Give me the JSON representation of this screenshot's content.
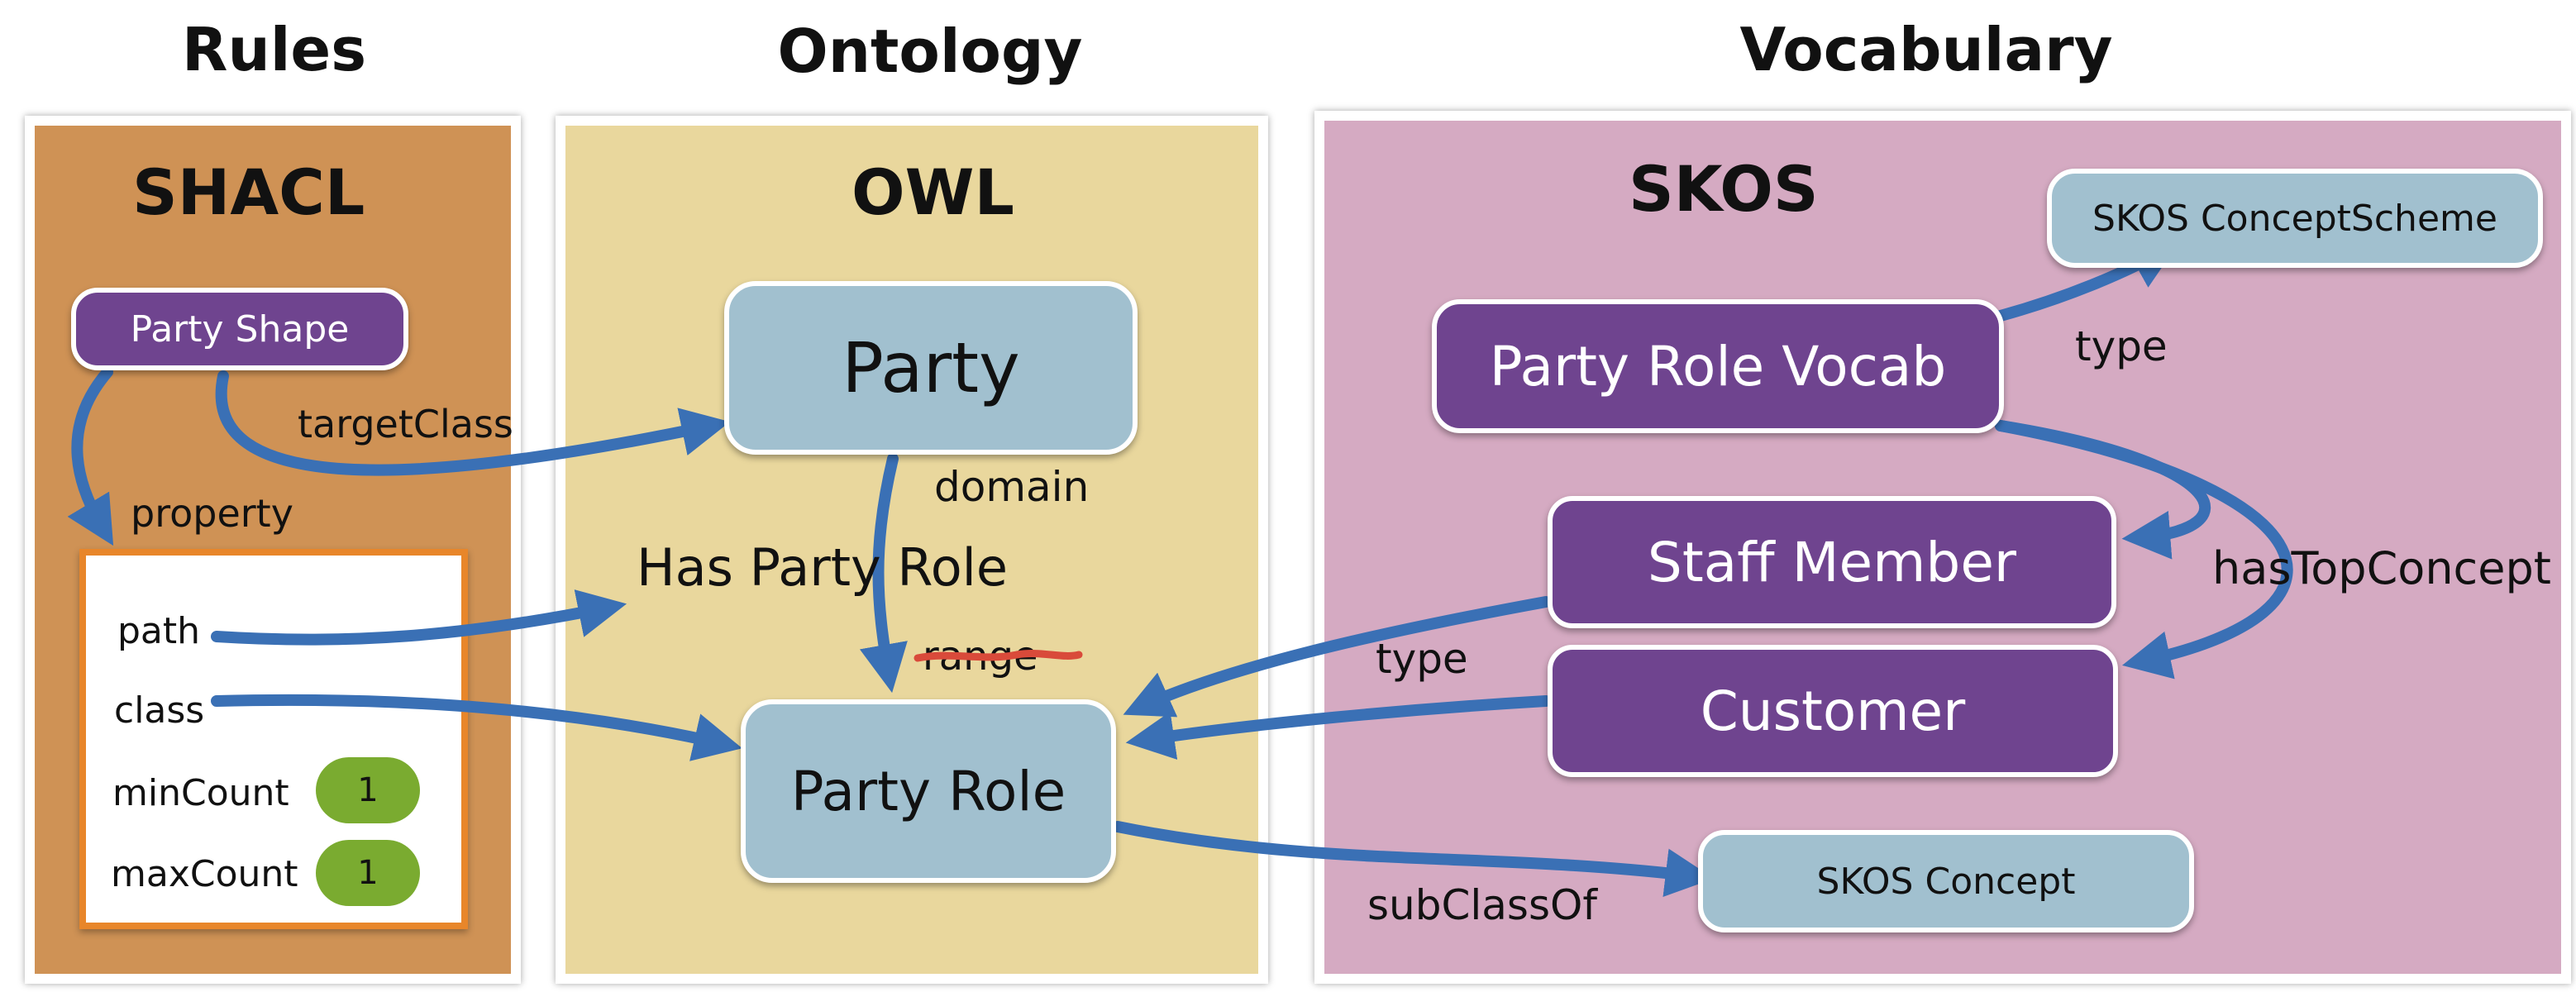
{
  "headings": {
    "rules": "Rules",
    "ontology": "Ontology",
    "vocabulary": "Vocabulary"
  },
  "panels": {
    "shacl": "SHACL",
    "owl": "OWL",
    "skos": "SKOS"
  },
  "nodes": {
    "party_shape": "Party Shape",
    "party": "Party",
    "party_role": "Party Role",
    "party_role_vocab": "Party Role Vocab",
    "staff_member": "Staff  Member",
    "customer": "Customer",
    "skos_concept_scheme": "SKOS ConceptScheme",
    "skos_concept": "SKOS Concept"
  },
  "property_box": {
    "path": "path",
    "class": "class",
    "min_count_label": "minCount",
    "min_count_value": "1",
    "max_count_label": "maxCount",
    "max_count_value": "1"
  },
  "edge_labels": {
    "target_class": "targetClass",
    "property": "property",
    "domain": "domain",
    "has_party_role": "Has Party Role",
    "range": "range",
    "type_scheme": "type",
    "has_top_concept": "hasTopConcept",
    "type_role": "type",
    "sub_class_of": "subClassOf"
  },
  "colors": {
    "shacl_panel": "#cf9255",
    "owl_panel": "#e9d79d",
    "skos_panel": "#d5aac2",
    "purple_node": "#6f448f",
    "blue_node": "#a1c0cf",
    "green_badge": "#7aab30",
    "arrow": "#3a70b5",
    "range_strike": "#d94a3a"
  }
}
